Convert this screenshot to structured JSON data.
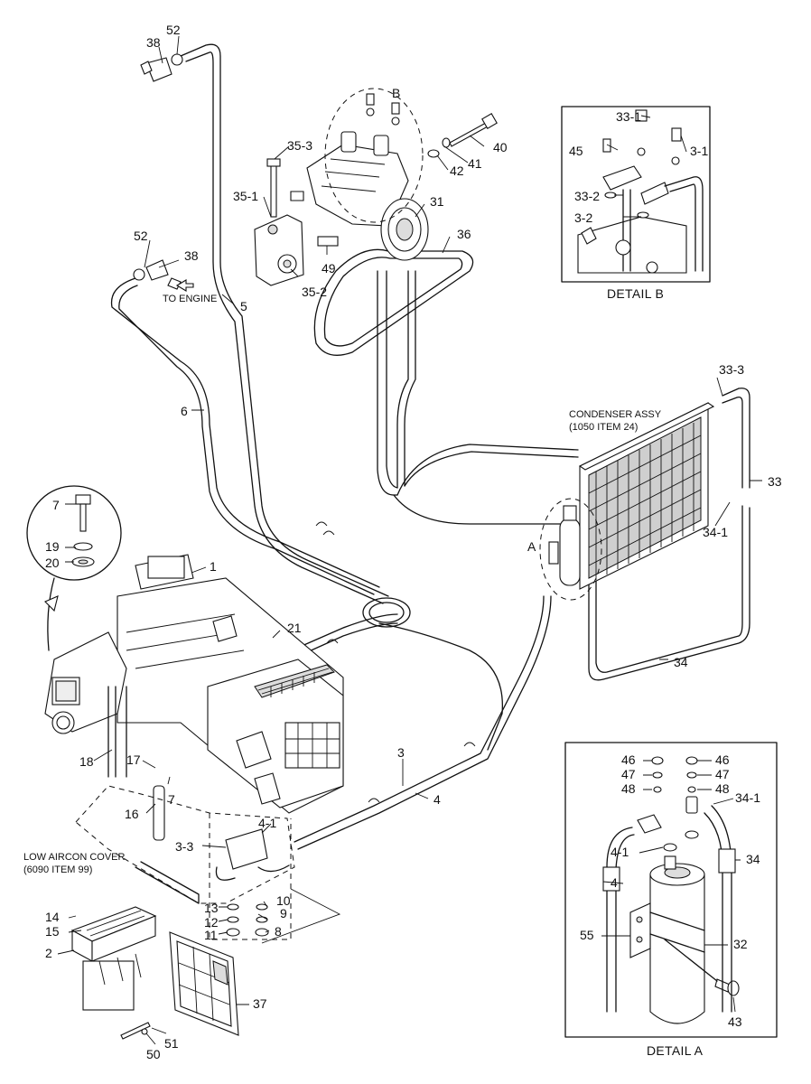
{
  "detail_titles": {
    "detail_b": "DETAIL B",
    "detail_a": "DETAIL A"
  },
  "detail_markers": {
    "a": "A",
    "b": "B"
  },
  "notes": {
    "to_engine": "TO ENGINE",
    "condenser_line1": "CONDENSER ASSY",
    "condenser_line2": "(1050 ITEM 24)",
    "low_cover_line1": "LOW AIRCON COVER",
    "low_cover_line2": "(6090 ITEM 99)"
  },
  "callouts": {
    "c38_top": "38",
    "c52_top": "52",
    "c35_3": "35-3",
    "c35_1": "35-1",
    "c35_2": "35-2",
    "c49": "49",
    "c31": "31",
    "c36": "36",
    "c40": "40",
    "c41": "41",
    "c42": "42",
    "c52_mid": "52",
    "c38_mid": "38",
    "c5": "5",
    "c6": "6",
    "b33_1": "33-1",
    "b3_1": "3-1",
    "b45": "45",
    "b33_2": "33-2",
    "b3_2": "3-2",
    "c33_3": "33-3",
    "c33": "33",
    "c34_1": "34-1",
    "c34": "34",
    "c7_top": "7",
    "c19": "19",
    "c20": "20",
    "c1": "1",
    "c21": "21",
    "c18": "18",
    "c17": "17",
    "c16": "16",
    "c7_low": "7",
    "c3": "3",
    "c4": "4",
    "c4_1": "4-1",
    "c3_3": "3-3",
    "c13": "13",
    "c12": "12",
    "c11": "11",
    "c10": "10",
    "c9": "9",
    "c8": "8",
    "c14": "14",
    "c15": "15",
    "c2": "2",
    "c37": "37",
    "c50": "50",
    "c51": "51",
    "a46_l": "46",
    "a47_l": "47",
    "a48_l": "48",
    "a46_r": "46",
    "a47_r": "47",
    "a48_r": "48",
    "a34_1": "34-1",
    "a4_1": "4-1",
    "a4": "4",
    "a34": "34",
    "a55": "55",
    "a32": "32",
    "a43": "43"
  }
}
